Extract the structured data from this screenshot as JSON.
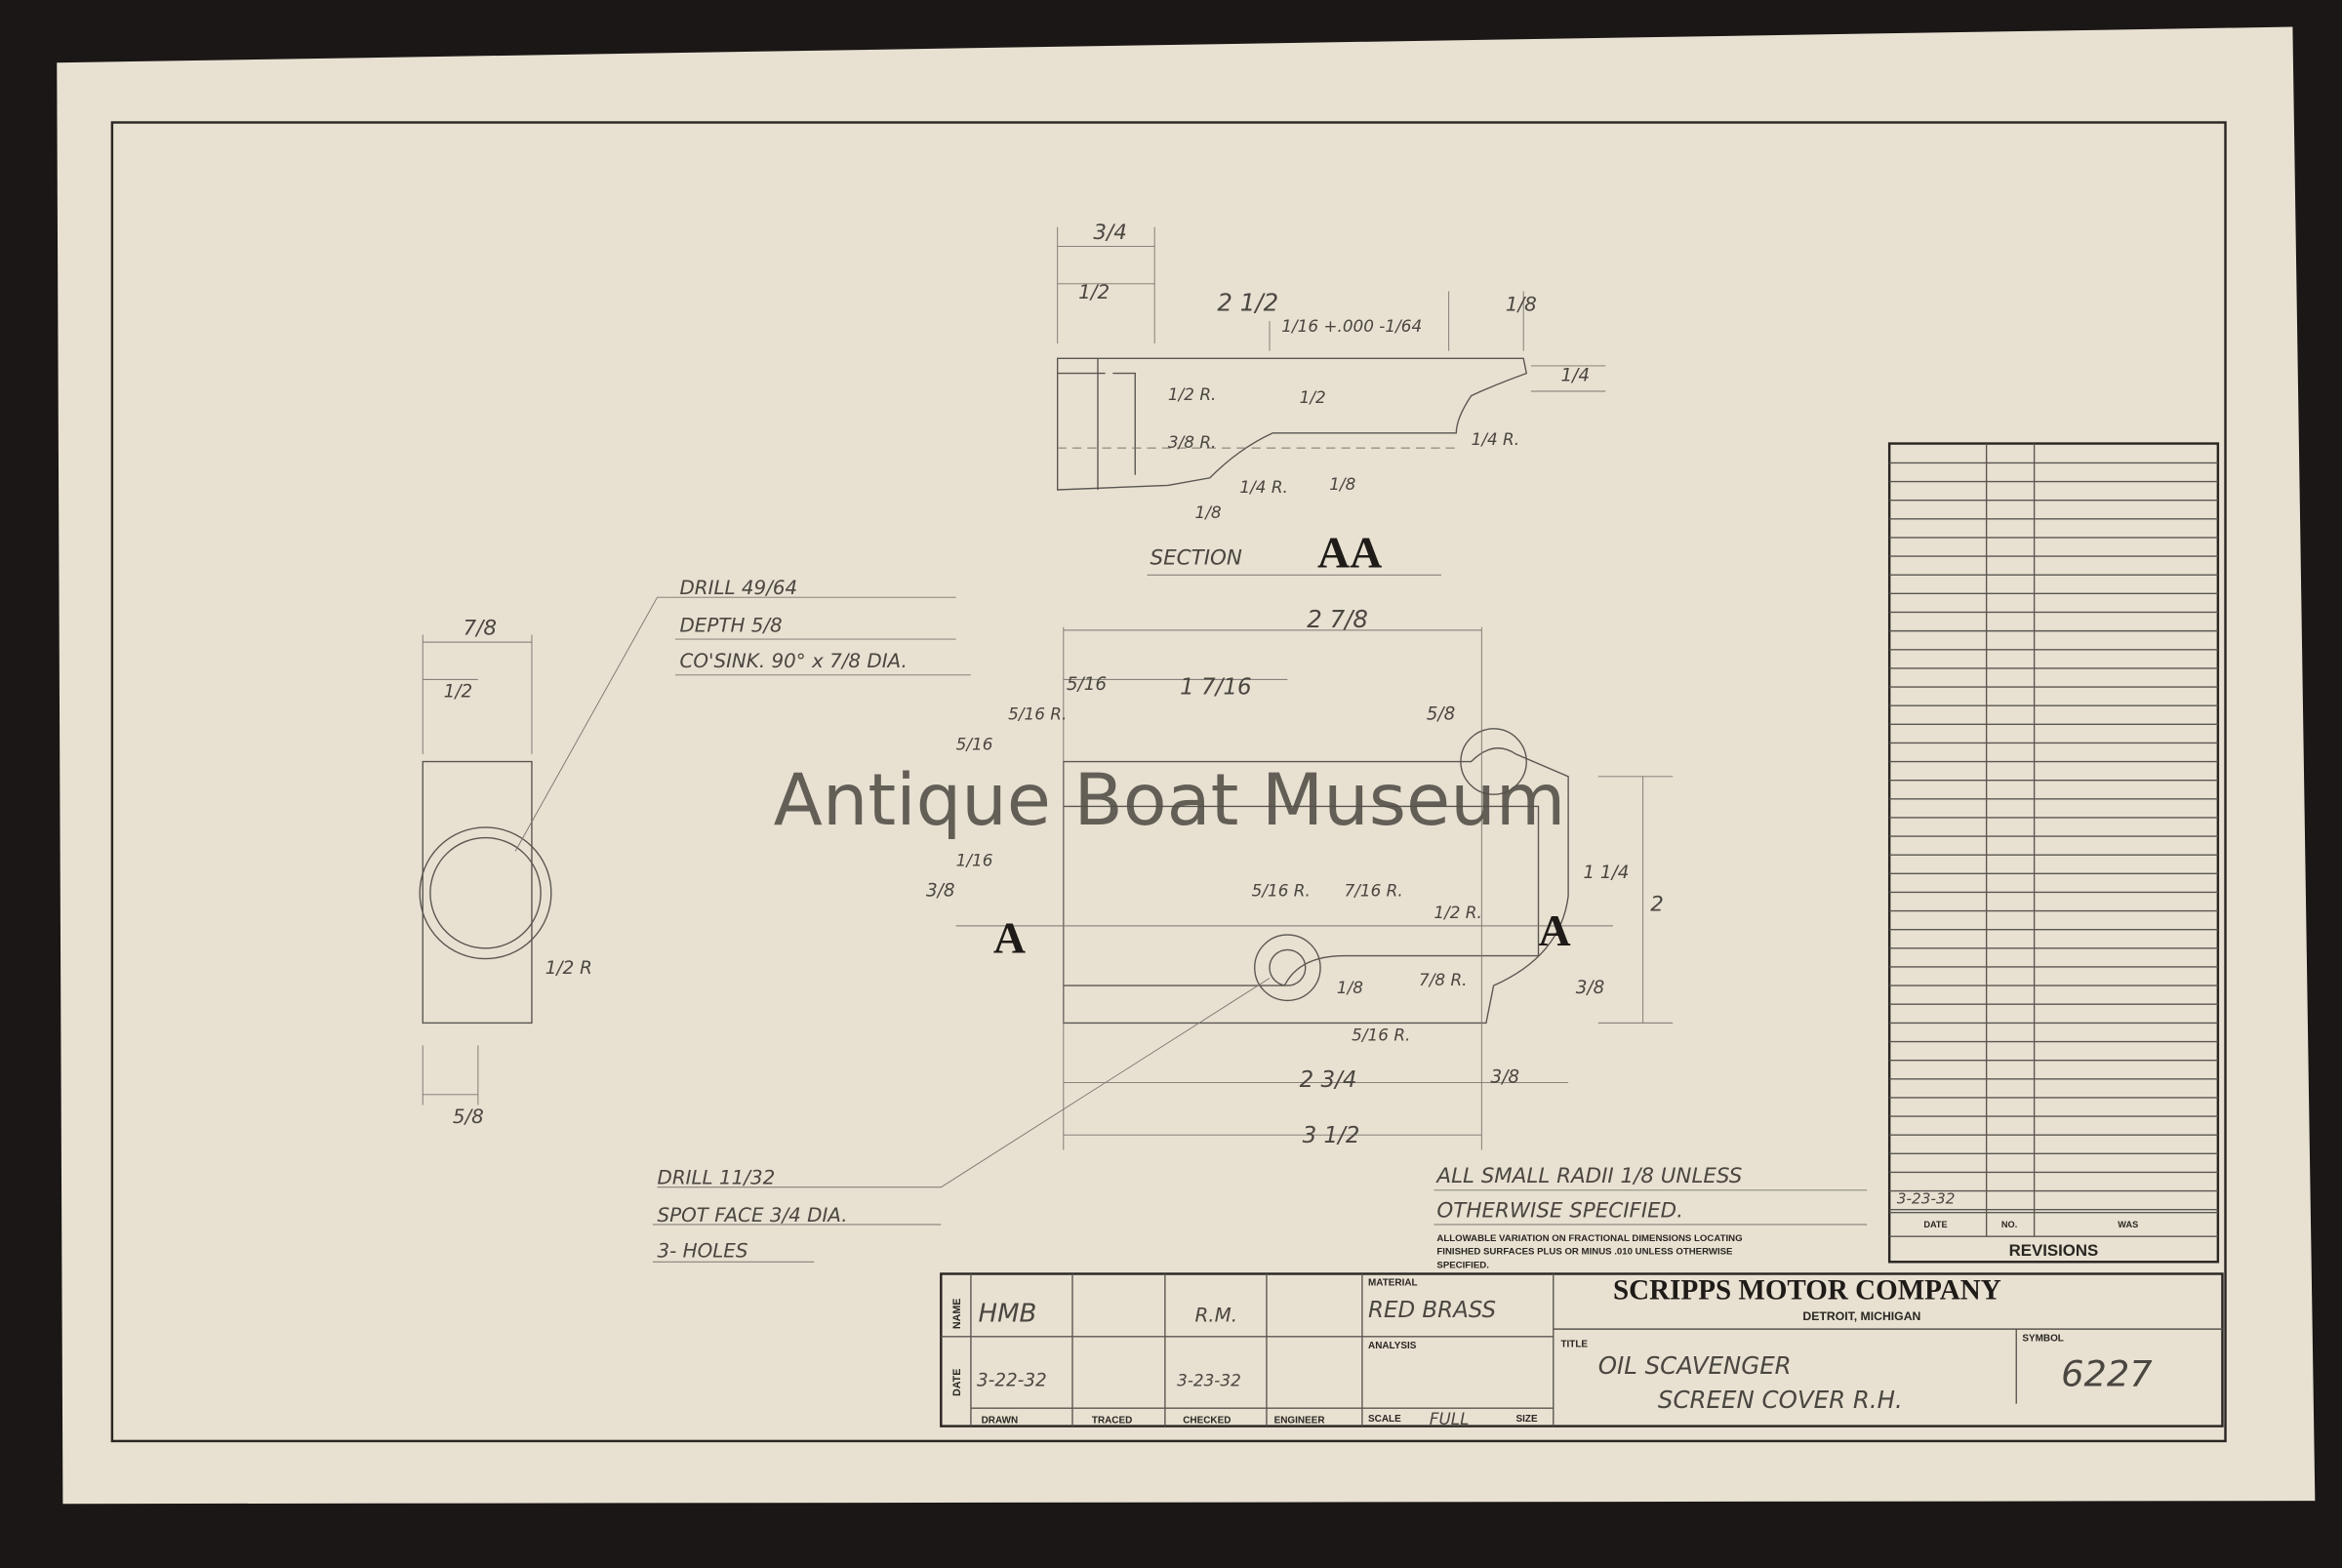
{
  "watermark": "Antique Boat Museum",
  "section_label": {
    "word": "SECTION",
    "letters": "AA"
  },
  "section_marks": [
    "A",
    "A"
  ],
  "notes": {
    "drill_top": [
      "DRILL 49/64",
      "DEPTH 5/8",
      "CO'SINK. 90° x 7/8 DIA."
    ],
    "drill_bottom": [
      "DRILL 11/32",
      "SPOT FACE 3/4 DIA.",
      "3- HOLES"
    ],
    "radii": [
      "ALL SMALL RADII 1/8 UNLESS",
      "OTHERWISE SPECIFIED."
    ],
    "tolerance": [
      "ALLOWABLE VARIATION ON FRACTIONAL DIMENSIONS LOCATING",
      "FINISHED SURFACES PLUS OR MINUS .010 UNLESS OTHERWISE",
      "SPECIFIED."
    ]
  },
  "dimensions": {
    "section": [
      "3/4",
      "1/2",
      "2 1/2",
      "1/16 +.000 -1/64",
      "1/8",
      "1/4",
      "1/2 R.",
      "3/8 R.",
      "1/4 R.",
      "1/8",
      "1/4 R.",
      "1/8",
      "1/2"
    ],
    "side": [
      "7/8",
      "1/2",
      "1/2 R",
      "5/8"
    ],
    "plan": [
      "2 7/8",
      "5/16",
      "1 7/16",
      "5/16 R.",
      "5/8",
      "3/8",
      "1 1/4",
      "2",
      "5/16 R.",
      "7/16 R.",
      "1/2 R.",
      "7/8 R.",
      "1/8",
      "3/8",
      "5/16 R.",
      "2 3/4",
      "3/8",
      "3 1/2",
      "5/16",
      "1/16"
    ]
  },
  "revisions": {
    "date_entry": "3-23-32",
    "headers": [
      "DATE",
      "NO.",
      "WAS"
    ],
    "title": "REVISIONS"
  },
  "title_block": {
    "row_labels": [
      "NAME",
      "DATE"
    ],
    "names": {
      "drawn": "HMB",
      "traced": "",
      "checked": "R.M.",
      "engineer": ""
    },
    "dates": {
      "drawn": "3-22-32",
      "traced": "",
      "checked": "3-23-32",
      "engineer": ""
    },
    "columns": [
      "DRAWN",
      "TRACED",
      "CHECKED",
      "ENGINEER"
    ],
    "material_label": "MATERIAL",
    "material": "RED BRASS",
    "analysis_label": "ANALYSIS",
    "scale_label": "SCALE",
    "scale": "FULL",
    "size_label": "SIZE",
    "company": "SCRIPPS MOTOR COMPANY",
    "location": "DETROIT, MICHIGAN",
    "title_label": "TITLE",
    "title_lines": [
      "OIL SCAVENGER",
      "SCREEN COVER R.H."
    ],
    "symbol_label": "SYMBOL",
    "symbol": "6227"
  }
}
